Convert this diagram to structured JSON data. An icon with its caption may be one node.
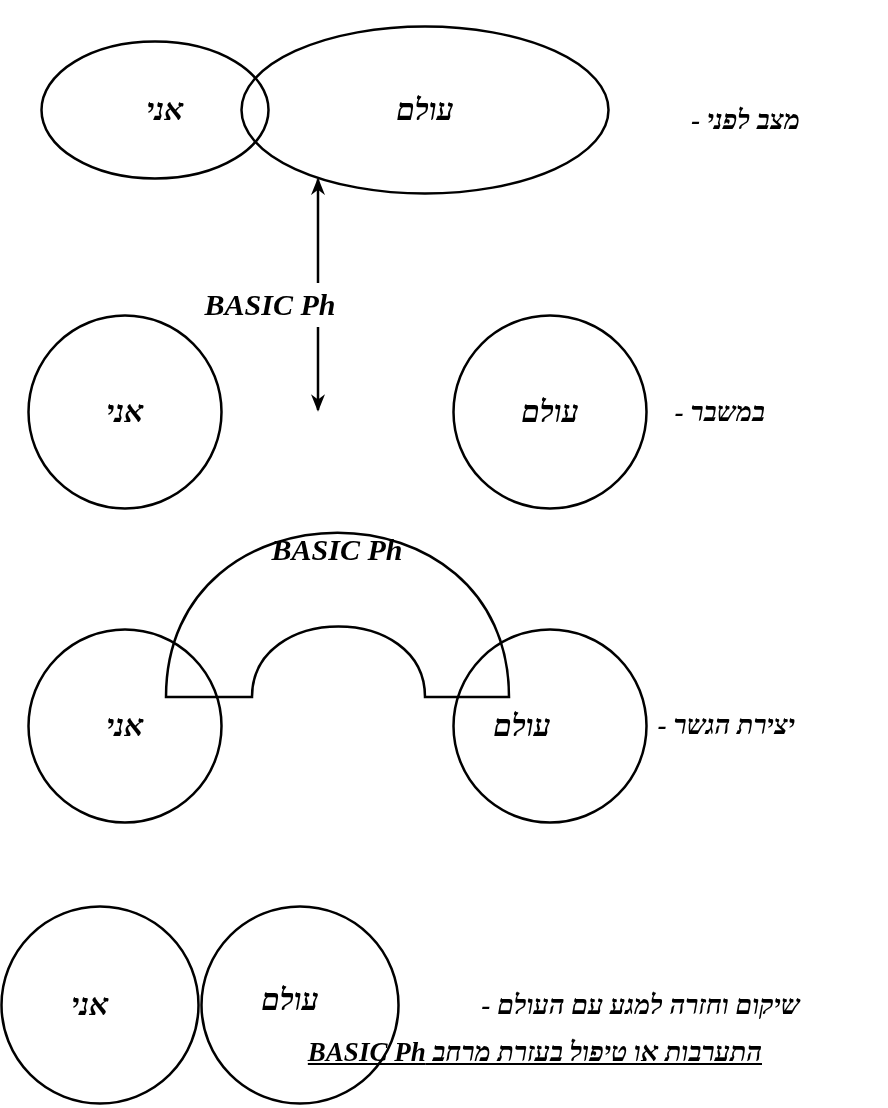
{
  "diagram": {
    "nodes": [
      {
        "text": [
          "אני"
        ]
      },
      {
        "text": [
          "עולם"
        ]
      },
      {
        "text": [
          "BASIC Ph"
        ]
      },
      {
        "text": [
          "אני"
        ]
      },
      {
        "text": [
          "עולם"
        ]
      },
      {
        "text": [
          "BASIC Ph"
        ]
      },
      {
        "text": [
          "אני"
        ]
      },
      {
        "text": [
          "עולם"
        ]
      },
      {
        "text": [
          "אני"
        ]
      },
      {
        "text": [
          "עולם"
        ]
      }
    ],
    "edges": [
      {
        "from": 2,
        "to": 1,
        "arrow": "to"
      },
      {
        "from": 2,
        "to": null,
        "arrow": "to"
      }
    ],
    "labels": [
      "מצב לפני -",
      "במשבר -",
      "יצירת הגשר -",
      "שיקום וחזרה למגע עם העולם -",
      "התערבות או טיפול בעזרת מרחב BASIC Ph"
    ]
  }
}
